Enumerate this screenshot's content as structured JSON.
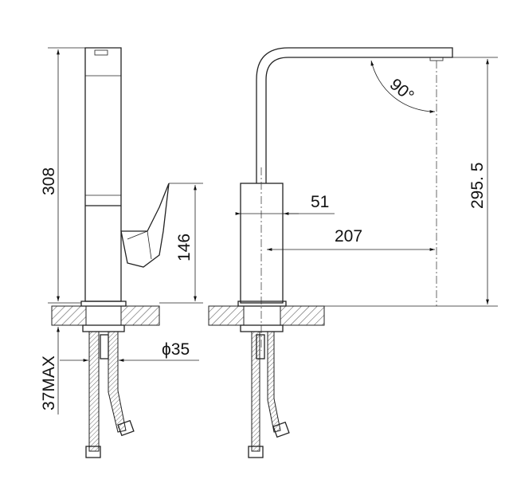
{
  "dimensions": {
    "height_total": "308",
    "lever_height": "146",
    "max_counter_thickness": "37MAX",
    "hole_diameter": "ϕ35",
    "base_width": "51",
    "spout_reach": "207",
    "spout_height": "295. 5",
    "spout_angle": "90°"
  }
}
